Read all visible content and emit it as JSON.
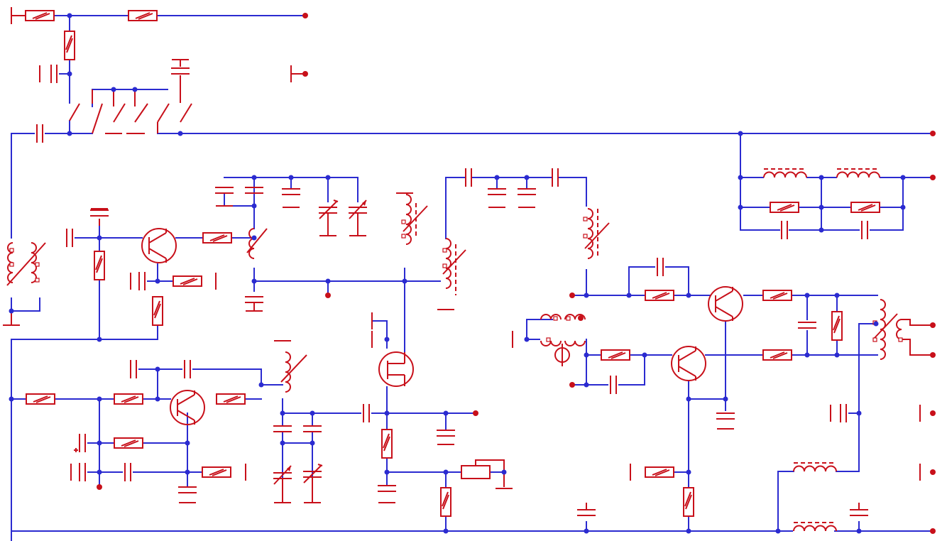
{
  "diagram": {
    "type": "electronic-schematic",
    "colors": {
      "wire": "#2b2bd0",
      "component": "#c8101a",
      "junction": "#2b2bd0",
      "background": "#ffffff"
    },
    "component_types": [
      "resistor",
      "capacitor",
      "variable-capacitor",
      "inductor",
      "transformer",
      "transistor",
      "switch",
      "potentiometer",
      "ground",
      "terminal"
    ]
  }
}
